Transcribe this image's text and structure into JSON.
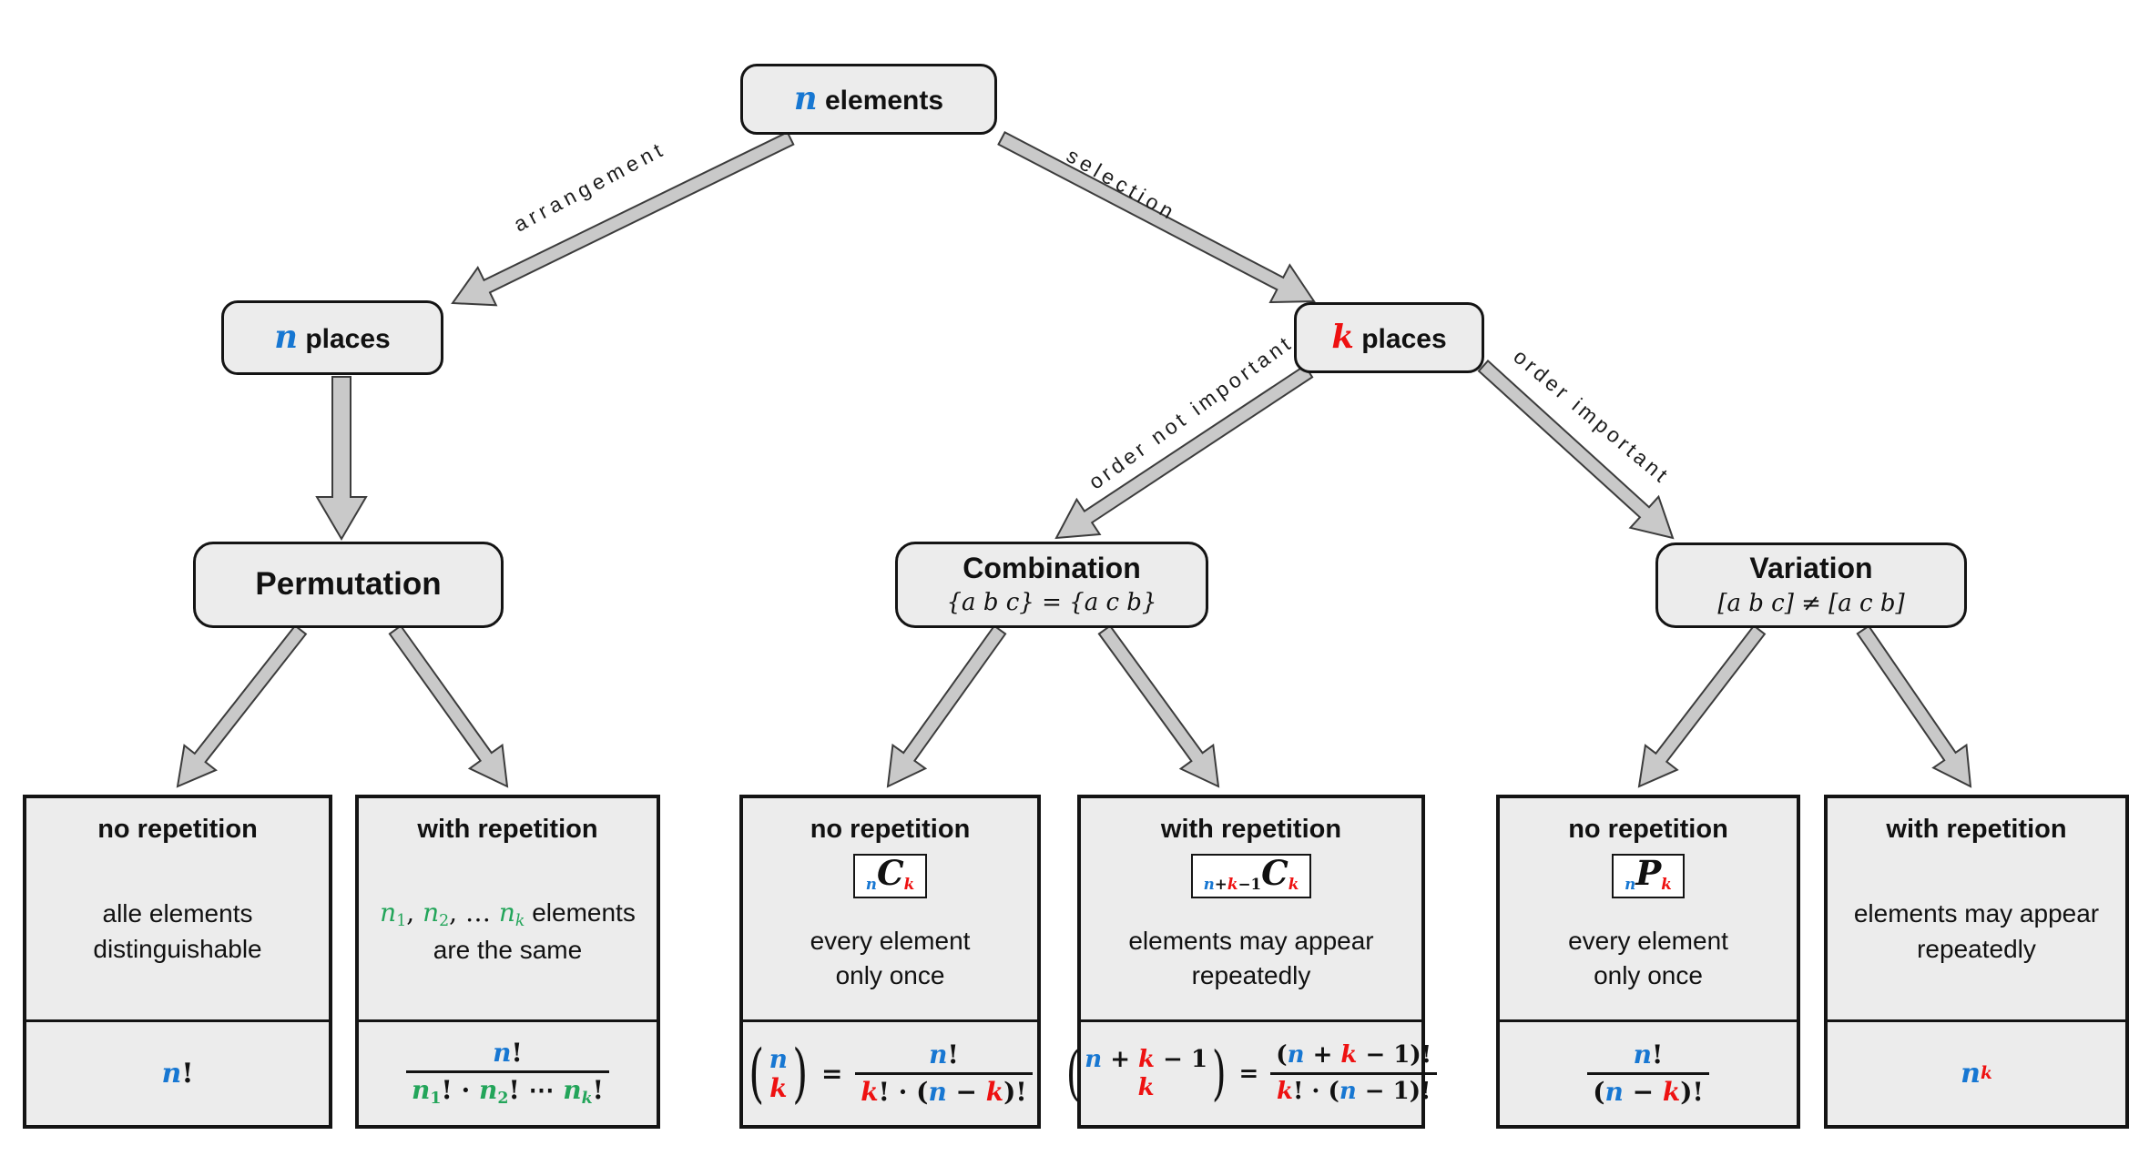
{
  "palette": {
    "blue": "#1777d2",
    "red": "#ee1111",
    "green": "#23a55a",
    "box_fill": "#ececec",
    "line": "#141414",
    "arrow_fill": "#c9c9c9",
    "arrow_stroke": "#3c3c3c"
  },
  "nodes": {
    "root": {
      "parts": [
        {
          "t": "n",
          "f": "v",
          "c": "bl"
        },
        {
          "t": " elements"
        }
      ]
    },
    "n_places": {
      "parts": [
        {
          "t": "n",
          "f": "v",
          "c": "bl"
        },
        {
          "t": " places"
        }
      ]
    },
    "k_places": {
      "parts": [
        {
          "t": "k",
          "f": "v",
          "c": "rd"
        },
        {
          "t": " places"
        }
      ]
    },
    "permutation": {
      "title": "Permutation"
    },
    "combination": {
      "title": "Combination",
      "subtitle": [
        {
          "t": "{a b c} = {a c b}",
          "f": "i"
        }
      ]
    },
    "variation": {
      "title": "Variation",
      "subtitle": [
        {
          "t": "[a b c] ≠ [a c b]",
          "f": "i"
        }
      ]
    }
  },
  "edge_labels": {
    "arrangement": "arrangement",
    "selection": "selection",
    "order_not_important": "order not important",
    "order_important": "order important"
  },
  "leaves": [
    {
      "title": "no repetition",
      "desc": [
        [
          {
            "t": "alle elements"
          }
        ],
        [
          {
            "t": "distinguishable"
          }
        ]
      ],
      "formula": [
        {
          "t": "n",
          "f": "v",
          "c": "bl"
        },
        {
          "t": "!",
          "f": "m"
        }
      ]
    },
    {
      "title": "with repetition",
      "desc": [
        [
          {
            "t": "n",
            "f": "i",
            "c": "gn"
          },
          {
            "t": "1",
            "f": "r",
            "c": "gn",
            "s": "sub"
          },
          {
            "t": ", ",
            "f": "r"
          },
          {
            "t": "n",
            "f": "i",
            "c": "gn"
          },
          {
            "t": "2",
            "f": "r",
            "c": "gn",
            "s": "sub"
          },
          {
            "t": ", … ",
            "f": "r"
          },
          {
            "t": "n",
            "f": "i",
            "c": "gn"
          },
          {
            "t": "k",
            "f": "i",
            "c": "gn",
            "s": "sub"
          },
          {
            "t": " elements"
          }
        ],
        [
          {
            "t": "are the same"
          }
        ]
      ],
      "formula": [
        {
          "frac": {
            "num": [
              {
                "t": "n",
                "f": "v",
                "c": "bl"
              },
              {
                "t": "!",
                "f": "m"
              }
            ],
            "den": [
              {
                "t": "n",
                "f": "v",
                "c": "gn"
              },
              {
                "t": "1",
                "f": "m",
                "c": "gn",
                "s": "sub"
              },
              {
                "t": "!",
                "f": "m"
              },
              {
                "t": " · ",
                "f": "m"
              },
              {
                "t": "n",
                "f": "v",
                "c": "gn"
              },
              {
                "t": "2",
                "f": "m",
                "c": "gn",
                "s": "sub"
              },
              {
                "t": "!",
                "f": "m"
              },
              {
                "t": " ⋯ ",
                "f": "m"
              },
              {
                "t": "n",
                "f": "v",
                "c": "gn"
              },
              {
                "t": "k",
                "f": "v",
                "c": "gn",
                "s": "sub"
              },
              {
                "t": "!",
                "f": "m"
              }
            ]
          }
        }
      ]
    },
    {
      "title": "no repetition",
      "badge": [
        {
          "t": "n",
          "f": "v",
          "c": "bl",
          "s": "sub"
        },
        {
          "t": "C",
          "op": 1
        },
        {
          "t": "k",
          "f": "v",
          "c": "rd",
          "s": "sub"
        }
      ],
      "desc": [
        [
          {
            "t": "every element"
          }
        ],
        [
          {
            "t": "only once"
          }
        ]
      ],
      "formula": [
        {
          "binom": {
            "top": [
              {
                "t": "n",
                "f": "v",
                "c": "bl"
              }
            ],
            "bot": [
              {
                "t": "k",
                "f": "v",
                "c": "rd"
              }
            ]
          }
        },
        {
          "t": " = ",
          "f": "m"
        },
        {
          "frac": {
            "num": [
              {
                "t": "n",
                "f": "v",
                "c": "bl"
              },
              {
                "t": "!",
                "f": "m"
              }
            ],
            "den": [
              {
                "t": "k",
                "f": "v",
                "c": "rd"
              },
              {
                "t": "! · (",
                "f": "m"
              },
              {
                "t": "n",
                "f": "v",
                "c": "bl"
              },
              {
                "t": " − ",
                "f": "m"
              },
              {
                "t": "k",
                "f": "v",
                "c": "rd"
              },
              {
                "t": ")!",
                "f": "m"
              }
            ]
          }
        }
      ]
    },
    {
      "title": "with repetition",
      "badge": [
        {
          "t": "n",
          "f": "v",
          "c": "bl",
          "s": "sub"
        },
        {
          "t": "+",
          "f": "m",
          "s": "sub"
        },
        {
          "t": "k",
          "f": "v",
          "c": "rd",
          "s": "sub"
        },
        {
          "t": "−1",
          "f": "m",
          "s": "sub"
        },
        {
          "t": "C",
          "op": 1
        },
        {
          "t": "k",
          "f": "v",
          "c": "rd",
          "s": "sub"
        }
      ],
      "desc": [
        [
          {
            "t": "elements may appear"
          }
        ],
        [
          {
            "t": "repeatedly"
          }
        ]
      ],
      "formula": [
        {
          "binom": {
            "top": [
              {
                "t": "n",
                "f": "v",
                "c": "bl"
              },
              {
                "t": " + ",
                "f": "m"
              },
              {
                "t": "k",
                "f": "v",
                "c": "rd"
              },
              {
                "t": " − 1",
                "f": "m"
              }
            ],
            "bot": [
              {
                "t": "k",
                "f": "v",
                "c": "rd"
              }
            ]
          }
        },
        {
          "t": " = ",
          "f": "m"
        },
        {
          "frac": {
            "num": [
              {
                "t": "(",
                "f": "m"
              },
              {
                "t": "n",
                "f": "v",
                "c": "bl"
              },
              {
                "t": " + ",
                "f": "m"
              },
              {
                "t": "k",
                "f": "v",
                "c": "rd"
              },
              {
                "t": " − 1",
                "f": "m"
              },
              {
                "t": ")!",
                "f": "m"
              }
            ],
            "den": [
              {
                "t": "k",
                "f": "v",
                "c": "rd"
              },
              {
                "t": "! · (",
                "f": "m"
              },
              {
                "t": "n",
                "f": "v",
                "c": "bl"
              },
              {
                "t": " − 1)!",
                "f": "m"
              }
            ]
          }
        }
      ]
    },
    {
      "title": "no repetition",
      "badge": [
        {
          "t": "n",
          "f": "v",
          "c": "bl",
          "s": "sub"
        },
        {
          "t": "P",
          "op": 1
        },
        {
          "t": "k",
          "f": "v",
          "c": "rd",
          "s": "sub"
        }
      ],
      "desc": [
        [
          {
            "t": "every element"
          }
        ],
        [
          {
            "t": "only once"
          }
        ]
      ],
      "formula": [
        {
          "frac": {
            "num": [
              {
                "t": "n",
                "f": "v",
                "c": "bl"
              },
              {
                "t": "!",
                "f": "m"
              }
            ],
            "den": [
              {
                "t": "(",
                "f": "m"
              },
              {
                "t": "n",
                "f": "v",
                "c": "bl"
              },
              {
                "t": " − ",
                "f": "m"
              },
              {
                "t": "k",
                "f": "v",
                "c": "rd"
              },
              {
                "t": ")!",
                "f": "m"
              }
            ]
          }
        }
      ]
    },
    {
      "title": "with repetition",
      "desc": [
        [
          {
            "t": "elements may appear"
          }
        ],
        [
          {
            "t": "repeatedly"
          }
        ]
      ],
      "formula": [
        {
          "t": "n",
          "f": "v",
          "c": "bl"
        },
        {
          "t": "k",
          "f": "v",
          "c": "rd",
          "s": "sup"
        }
      ]
    }
  ]
}
